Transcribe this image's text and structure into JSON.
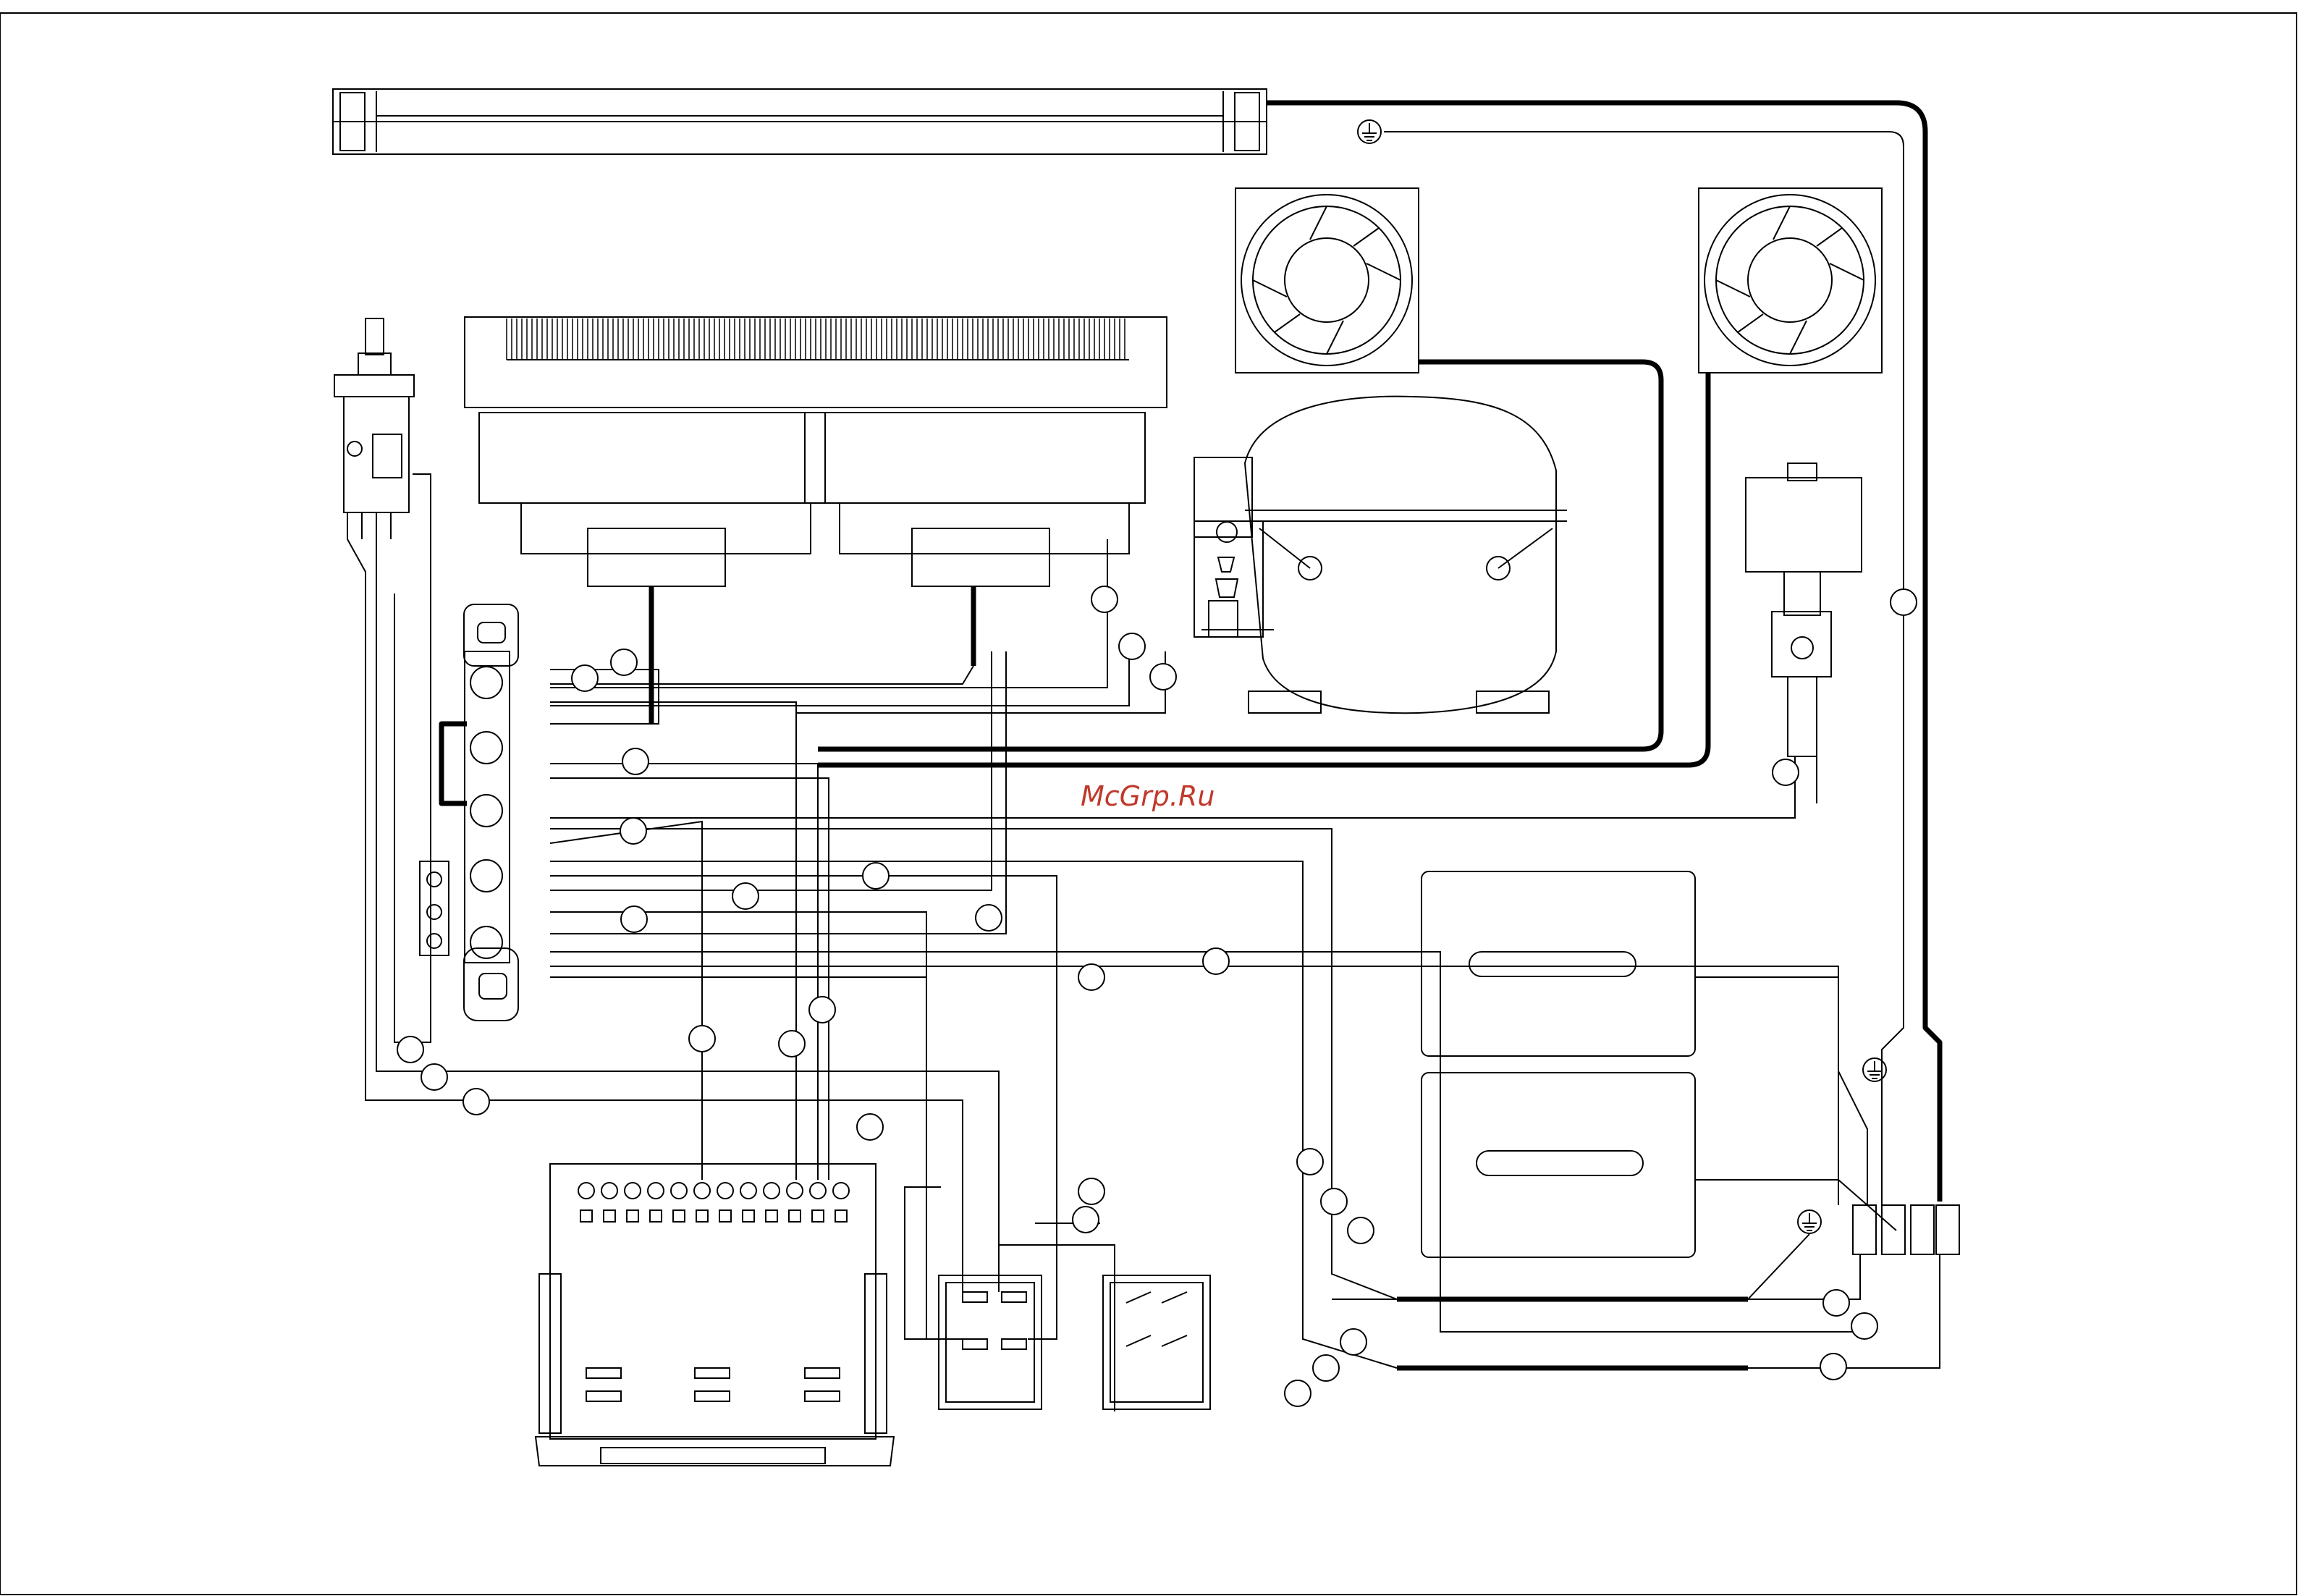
{
  "watermark": {
    "text": "McGrp.Ru",
    "color": "#c0392b"
  },
  "colors": {
    "line": "#000000",
    "thin_line": "#444444",
    "background": "#ffffff"
  },
  "components": {
    "lamp": "fluorescent-tube",
    "fans": [
      "fan-left",
      "fan-right"
    ],
    "heater": "finned-heater",
    "compressor": "compressor",
    "controller": "digital-temperature-controller",
    "switch": "push-button-switch",
    "terminal_block": "terminal-block",
    "relays": [
      "relay-left",
      "relay-right"
    ],
    "panels": [
      "heating-panel-top",
      "heating-panel-bottom"
    ],
    "sensor": "temperature-probe",
    "earth_symbols": [
      "earth-top",
      "earth-right",
      "earth-bottom"
    ]
  }
}
